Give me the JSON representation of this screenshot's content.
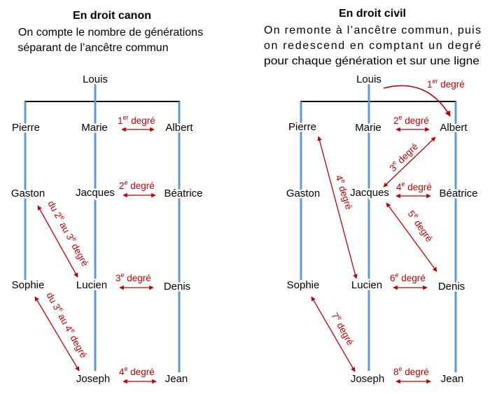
{
  "colors": {
    "line": "#5b9bd5",
    "accent": "#c00000",
    "text": "#000000"
  },
  "left": {
    "title": "En droit canon",
    "subtitle": [
      "On compte le nombre de générations",
      "séparant de l’ancêtre commun"
    ],
    "names": {
      "louis": "Louis",
      "pierre": "Pierre",
      "marie": "Marie",
      "albert": "Albert",
      "gaston": "Gaston",
      "jacques": "Jacques",
      "beatrice": "Béatrice",
      "sophie": "Sophie",
      "lucien": "Lucien",
      "denis": "Denis",
      "joseph": "Joseph",
      "jean": "Jean"
    },
    "degrees": {
      "d1": {
        "num": "1",
        "sup": "er",
        "word": " degré"
      },
      "d2": {
        "num": "2",
        "sup": "e",
        "word": " degré"
      },
      "d3": {
        "num": "3",
        "sup": "e",
        "word": " degré"
      },
      "d4": {
        "num": "4",
        "sup": "e",
        "word": " degré"
      }
    },
    "diagonal_labels": {
      "a": [
        "du 2",
        "e",
        " au 3",
        "e",
        " degré"
      ],
      "b": [
        "du 3",
        "e",
        " au 4",
        "e",
        " degré"
      ]
    }
  },
  "right": {
    "title": "En droit civil",
    "subtitle": [
      "On remonte à l’ancêtre commun, puis",
      "on redescend en comptant un degré",
      "pour chaque génération et sur une ligne"
    ],
    "names": {
      "louis": "Louis",
      "pierre": "Pierre",
      "marie": "Marie",
      "albert": "Albert",
      "gaston": "Gaston",
      "jacques": "Jacques",
      "beatrice": "Béatrice",
      "sophie": "Sophie",
      "lucien": "Lucien",
      "denis": "Denis",
      "joseph": "Joseph",
      "jean": "Jean"
    },
    "degrees": {
      "d1": {
        "num": "1",
        "sup": "er",
        "word": " degré"
      },
      "d2": {
        "num": "2",
        "sup": "e",
        "word": " degré"
      },
      "d3": {
        "num": "3",
        "sup": "e",
        "word": " degré"
      },
      "d4": {
        "num": "4",
        "sup": "e",
        "word": " degré"
      },
      "d5": {
        "num": "5",
        "sup": "e",
        "word": " degré"
      },
      "d6": {
        "num": "6",
        "sup": "e",
        "word": " degré"
      },
      "d7": {
        "num": "7",
        "sup": "e",
        "word": " degré"
      },
      "d8": {
        "num": "8",
        "sup": "e",
        "word": " degré"
      }
    }
  }
}
